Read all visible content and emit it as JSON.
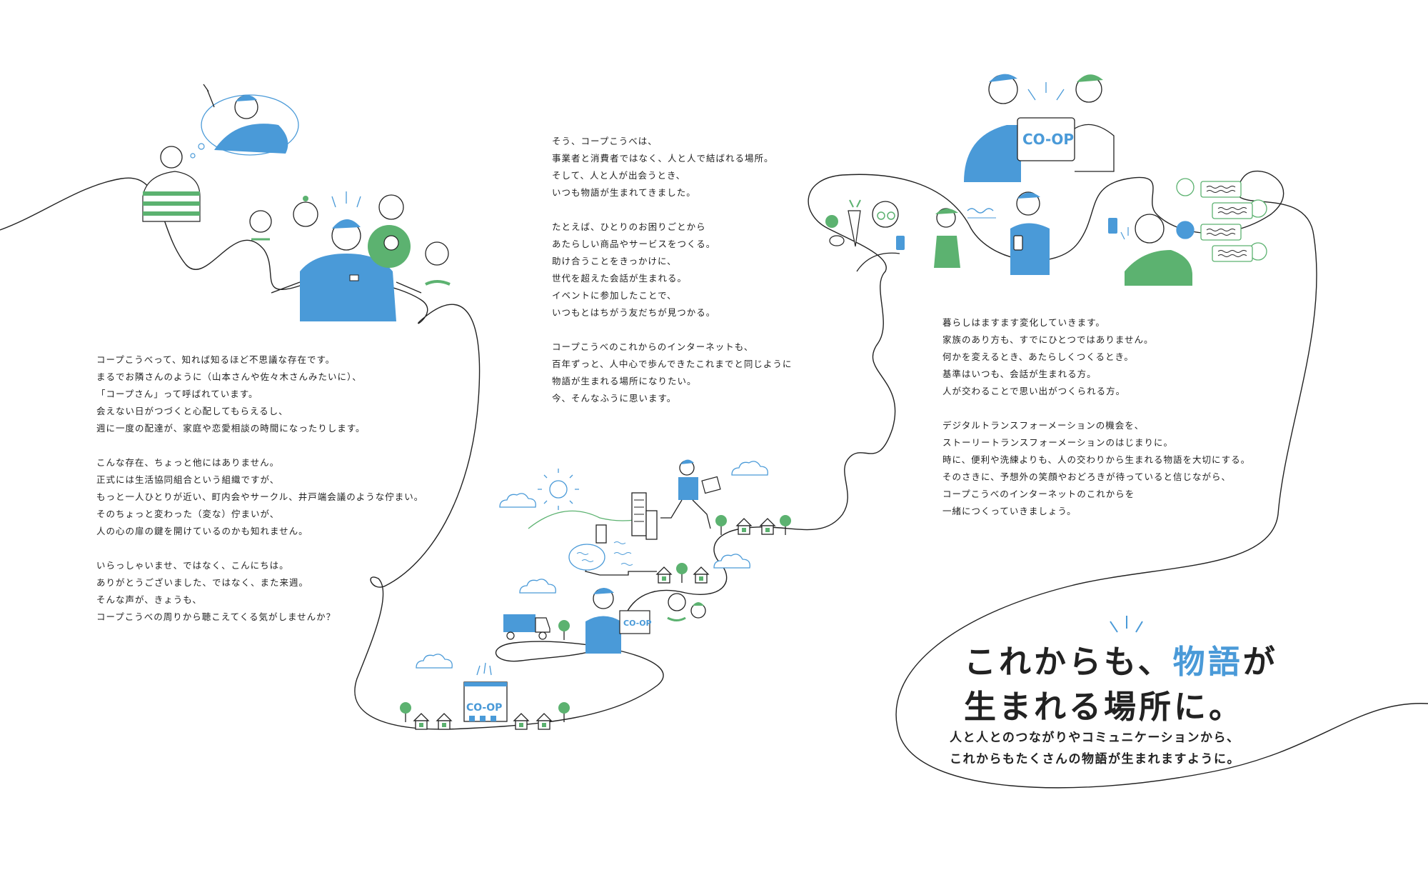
{
  "text_left": {
    "paragraphs": [
      [
        "コープこうべって、知れば知るほど不思議な存在です。",
        "まるでお隣さんのように（山本さんや佐々木さんみたいに）、",
        "「コープさん」って呼ばれています。",
        "会えない日がつづくと心配してもらえるし、",
        "週に一度の配達が、家庭や恋愛相談の時間になったりします。"
      ],
      [
        "こんな存在、ちょっと他にはありません。",
        "正式には生活協同組合という組織ですが、",
        "もっと一人ひとりが近い、町内会やサークル、井戸端会議のような佇まい。",
        "そのちょっと変わった（変な）佇まいが、",
        "人の心の扉の鍵を開けているのかも知れません。"
      ],
      [
        "いらっしゃいませ、ではなく、こんにちは。",
        "ありがとうございました、ではなく、また来週。",
        "そんな声が、きょうも、",
        "コープこうべの周りから聴こえてくる気がしませんか？"
      ]
    ]
  },
  "text_center": {
    "paragraphs": [
      [
        "そう、コープこうべは、",
        "事業者と消費者ではなく、人と人で結ばれる場所。",
        "そして、人と人が出会うとき、",
        "いつも物語が生まれてきました。"
      ],
      [
        "たとえば、ひとりのお困りごとから",
        "あたらしい商品やサービスをつくる。",
        "助け合うことをきっかけに、",
        "世代を超えた会話が生まれる。",
        "イベントに参加したことで、",
        "いつもとはちがう友だちが見つかる。"
      ],
      [
        "コープこうべのこれからのインターネットも、",
        "百年ずっと、人中心で歩んできたこれまでと同じように",
        "物語が生まれる場所になりたい。",
        "今、そんなふうに思います。"
      ]
    ]
  },
  "text_right": {
    "paragraphs": [
      [
        "暮らしはますます変化していきます。",
        "家族のあり方も、すでにひとつではありません。",
        "何かを変えるとき、あたらしくつくるとき。",
        "基準はいつも、会話が生まれる方。",
        "人が交わることで思い出がつくられる方。"
      ],
      [
        "デジタルトランスフォーメーションの機会を、",
        "ストーリートランスフォーメーションのはじまりに。",
        "時に、便利や洗練よりも、人の交わりから生まれる物語を大切にする。",
        "そのさきに、予想外の笑顔やおどろきが待っていると信じながら、",
        "コープこうべのインターネットのこれからを",
        "一緒につくっていきましょう。"
      ]
    ]
  },
  "headline": {
    "line1_before": "これからも、",
    "line1_highlight": "物語",
    "line1_after": "が",
    "line2": "生まれる場所に。"
  },
  "subline": {
    "line1": "人と人とのつながりやコミュニケーションから、",
    "line2": "これからもたくさんの物語が生まれますように。"
  },
  "logo": {
    "coop_text": "CO-OP"
  },
  "colors": {
    "blue": "#4a9ad8",
    "green": "#5cb270",
    "line": "#222222"
  },
  "icons": [
    "people-cluster-icon",
    "store-icon",
    "truck-icon",
    "city-icon",
    "runner-icon",
    "sun-icon",
    "cloud-icon",
    "house-icon",
    "tree-icon",
    "smartphone-icon",
    "chat-bubble-icon",
    "vegetables-icon"
  ]
}
